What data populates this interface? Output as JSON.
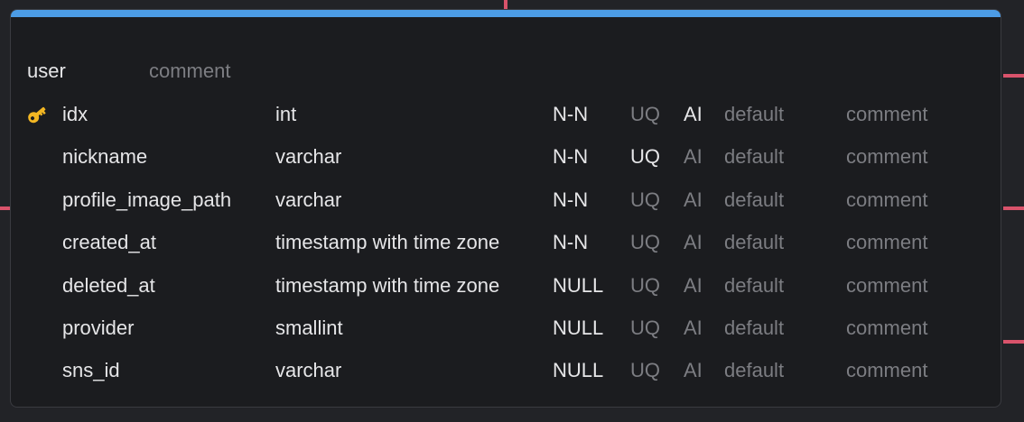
{
  "colors": {
    "background": "#222327",
    "card": "#1b1c1f",
    "header_accent": "#4c9ce6",
    "connector": "#d9536b",
    "text": "#e6e6e8",
    "muted": "#7c7d82",
    "key": "#f2b623"
  },
  "table": {
    "name": "user",
    "comment": "comment",
    "columns": [
      {
        "primary_key": true,
        "name": "idx",
        "type": "int",
        "nullability": "N-N",
        "uq": "UQ",
        "uq_active": false,
        "ai": "AI",
        "ai_active": true,
        "default": "default",
        "comment": "comment",
        "key_icon": "key-icon"
      },
      {
        "primary_key": false,
        "name": "nickname",
        "type": "varchar",
        "nullability": "N-N",
        "uq": "UQ",
        "uq_active": true,
        "ai": "AI",
        "ai_active": false,
        "default": "default",
        "comment": "comment"
      },
      {
        "primary_key": false,
        "name": "profile_image_path",
        "type": "varchar",
        "nullability": "N-N",
        "uq": "UQ",
        "uq_active": false,
        "ai": "AI",
        "ai_active": false,
        "default": "default",
        "comment": "comment"
      },
      {
        "primary_key": false,
        "name": "created_at",
        "type": "timestamp with time zone",
        "nullability": "N-N",
        "uq": "UQ",
        "uq_active": false,
        "ai": "AI",
        "ai_active": false,
        "default": "default",
        "comment": "comment"
      },
      {
        "primary_key": false,
        "name": "deleted_at",
        "type": "timestamp with time zone",
        "nullability": "NULL",
        "uq": "UQ",
        "uq_active": false,
        "ai": "AI",
        "ai_active": false,
        "default": "default",
        "comment": "comment"
      },
      {
        "primary_key": false,
        "name": "provider",
        "type": "smallint",
        "nullability": "NULL",
        "uq": "UQ",
        "uq_active": false,
        "ai": "AI",
        "ai_active": false,
        "default": "default",
        "comment": "comment"
      },
      {
        "primary_key": false,
        "name": "sns_id",
        "type": "varchar",
        "nullability": "NULL",
        "uq": "UQ",
        "uq_active": false,
        "ai": "AI",
        "ai_active": false,
        "default": "default",
        "comment": "comment"
      }
    ]
  }
}
